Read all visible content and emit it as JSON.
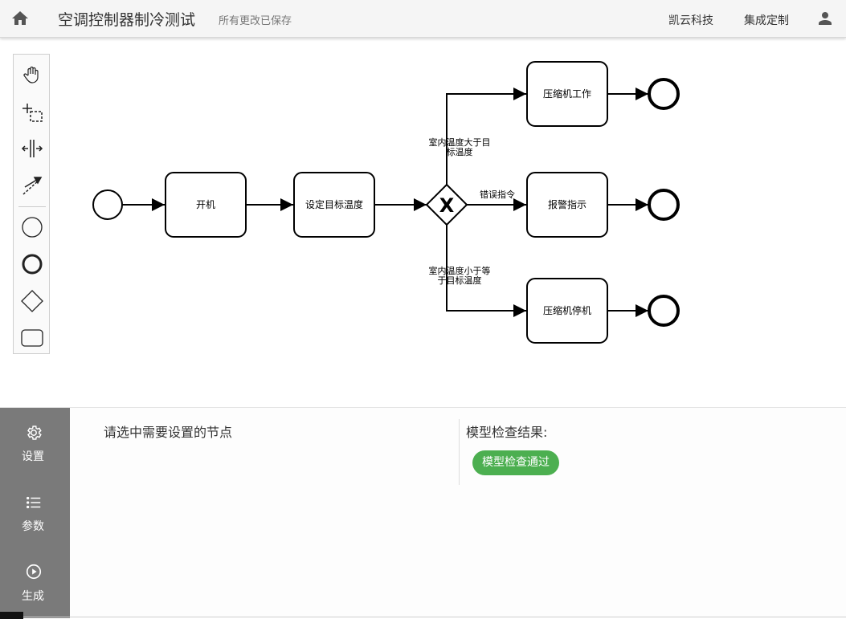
{
  "header": {
    "title": "空调控制器制冷测试",
    "save_status": "所有更改已保存",
    "nav": [
      "凯云科技",
      "集成定制"
    ]
  },
  "palette": {
    "tools": [
      "hand-tool",
      "lasso-tool",
      "space-tool",
      "connect-tool",
      "start-event",
      "end-event",
      "gateway",
      "task"
    ]
  },
  "diagram": {
    "tasks": {
      "start_machine": "开机",
      "set_target_temp": "设定目标温度",
      "compressor_work": "压缩机工作",
      "alarm_indication": "报警指示",
      "compressor_stop": "压缩机停机"
    },
    "gateway_label": "X",
    "flow_labels": {
      "upper_line1": "室内温度大于目",
      "upper_line2": "标温度",
      "middle": "错误指令",
      "lower_line1": "室内温度小于等",
      "lower_line2": "于目标温度"
    }
  },
  "sidebar": {
    "items": [
      {
        "label": "设置",
        "icon": "gear-icon"
      },
      {
        "label": "参数",
        "icon": "list-icon"
      },
      {
        "label": "生成",
        "icon": "play-circle-icon"
      }
    ]
  },
  "panel": {
    "hint": "请选中需要设置的节点",
    "check_title": "模型检查结果:",
    "check_result": "模型检查通过"
  },
  "colors": {
    "success": "#4caf50",
    "sidebar_bg": "#7a7a7a",
    "topbar_bg": "#f5f5f5"
  }
}
